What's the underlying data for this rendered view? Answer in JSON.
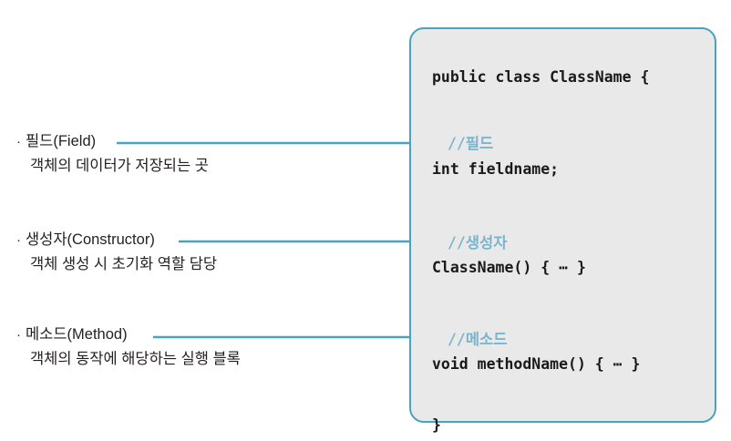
{
  "diagram": {
    "title": "Java class structure diagram",
    "accent_color": "#4aa3bd",
    "panel_fill": "#e9e9e9",
    "comment_color": "#7cb4cd",
    "code_color": "#1a1a1a",
    "text_color": "#231f20"
  },
  "concepts": [
    {
      "bullet": "·",
      "title": "필드(Field)",
      "description": "객체의 데이터가 저장되는 곳"
    },
    {
      "bullet": "·",
      "title": "생성자(Constructor)",
      "description": "객체 생성 시 초기화 역할 담당"
    },
    {
      "bullet": "·",
      "title": "메소드(Method)",
      "description": "객체의 동작에 해당하는 실행 블록"
    }
  ],
  "code_panel": {
    "class_declaration": "public class ClassName {",
    "field_comment": "//필드",
    "field_statement": "int fieldname;",
    "constructor_comment": "//생성자",
    "constructor_statement": "ClassName() { ⋯ }",
    "method_comment": "//메소드",
    "method_statement": "void methodName() { ⋯ }",
    "closing_brace": "}"
  }
}
